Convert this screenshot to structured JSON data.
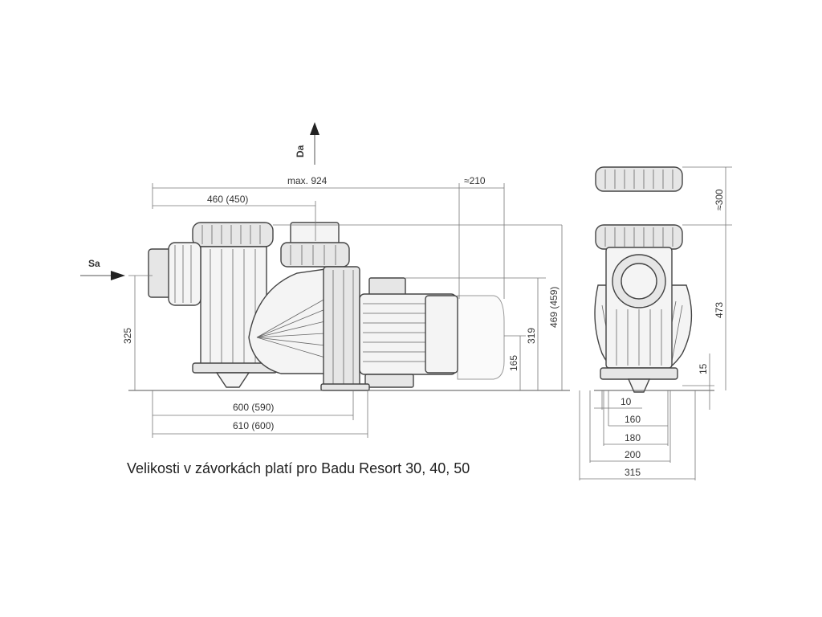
{
  "caption": "Velikosti v závorkách platí pro Badu Resort 30, 40, 50",
  "side_view": {
    "inlet_label": "Sa",
    "outlet_label": "Da",
    "dim_total": "max. 924",
    "dim_motor_removal": "≈210",
    "dim_inlet": "460 (450)",
    "dim_base_600": "600 (590)",
    "dim_base_610": "610 (600)",
    "dim_inlet_height": "325",
    "dim_motor_height": "319",
    "dim_foot_height": "165",
    "dim_total_height": "469 (459)"
  },
  "front_view": {
    "dim_lid_removal": "≈300",
    "dim_height": "473",
    "dim_foot": "15",
    "dim_10": "10",
    "dim_160": "160",
    "dim_180": "180",
    "dim_200": "200",
    "dim_315": "315"
  }
}
